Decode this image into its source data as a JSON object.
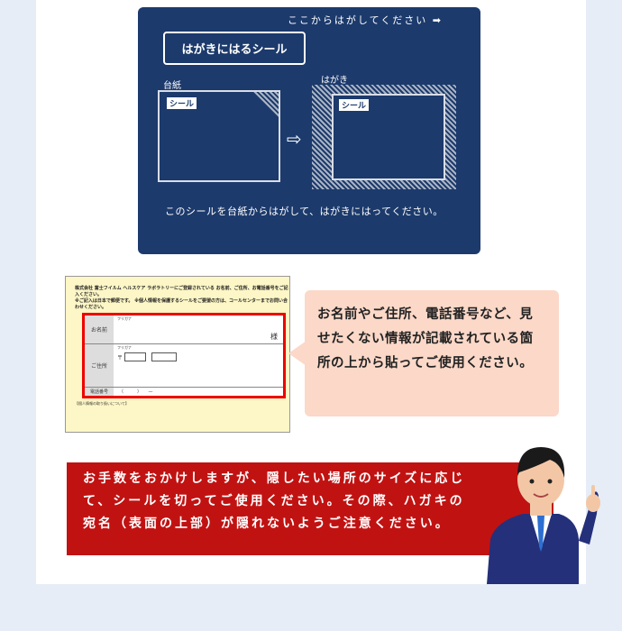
{
  "card": {
    "peel_hint": "ここからはがしてください ➡",
    "title": "はがきにはるシール",
    "daishi_label": "台紙",
    "hagaki_label": "はがき",
    "seal_tag": "シール",
    "instruction": "このシールを台紙からはがして、はがきにはってください。"
  },
  "form": {
    "header": "株式会社 富士フイルム ヘルスケア ラボラトリーにご登録されている お名前、ご住所、お電話番号をご記入ください。",
    "note1": "※ご記入は日本で郵便です。",
    "note2": "※個人情報を保護するシールをご要望の方は、コールセンターまでお問い合わせください。",
    "name_label": "お名前",
    "furigana": "フリガナ",
    "sama": "様",
    "address_label": "ご住所",
    "postal": "〒",
    "phone_label": "電話番号",
    "phone_format": "（　　　）　　—",
    "privacy_title": "【個人情報の取り扱いについて】"
  },
  "bubble": {
    "text": "お名前やご住所、電話番号など、見せたくない情報が記載されている箇所の上から貼ってご使用ください。"
  },
  "notice": {
    "text": "お手数をおかけしますが、隠したい場所のサイズに応じて、シールを切ってご使用ください。その際、ハガキの宛名（表面の上部）が隠れないようご注意ください。"
  },
  "colors": {
    "card": "#1c3a6c",
    "notice": "#c11212",
    "bubble": "#fbd8c8",
    "form": "#fdf6c6"
  }
}
